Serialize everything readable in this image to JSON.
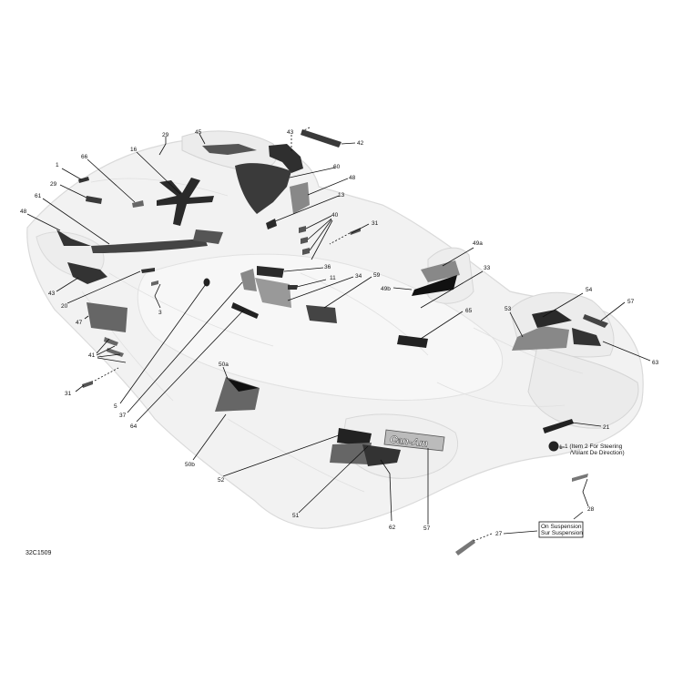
{
  "diagram_code": "32C1509",
  "notes": {
    "steering": [
      "1 (Item 2 For Steering",
      "/Volant De Direction)"
    ],
    "suspension": [
      "On Suspension",
      "Sur Suspension"
    ]
  },
  "brand_mark": "Can-Am",
  "callouts": [
    "1",
    "29",
    "16",
    "66",
    "1",
    "29",
    "61",
    "48",
    "45",
    "43",
    "42",
    "60",
    "48",
    "13",
    "40",
    "31",
    "49a",
    "33",
    "49b",
    "36",
    "11",
    "34",
    "59",
    "65",
    "43",
    "20",
    "3",
    "47",
    "41",
    "31",
    "5",
    "37",
    "64",
    "50a",
    "50b",
    "54",
    "57",
    "53",
    "63",
    "21",
    "52",
    "51",
    "62",
    "57",
    "28",
    "27"
  ]
}
